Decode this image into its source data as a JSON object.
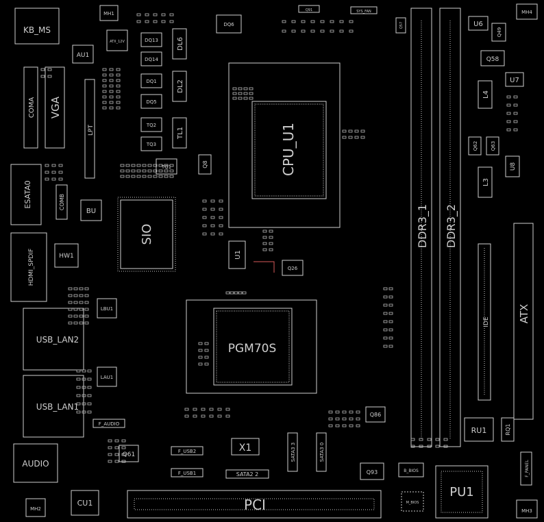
{
  "board_outline_color": "#cfcfcf",
  "pin_color": "#bdbdbd",
  "trace_color": "#d85a5a",
  "labels": {
    "kb_ms": "KB_MS",
    "mh1": "MH1",
    "au1": "AU1",
    "atx12v": "ATX_12V",
    "coma": "COMA",
    "vga": "VGA",
    "lpt": "LPT",
    "esata0": "ESATA0",
    "comb": "COMB",
    "bu": "BU",
    "hdmi_spdif": "HDMI_SPDIF",
    "hw1": "HW1",
    "usb_lan2": "USB_LAN2",
    "lbu1": "LBU1",
    "lau1": "LAU1",
    "usb_lan1": "USB_LAN1",
    "f_audio": "F_AUDIO",
    "audio": "AUDIO",
    "q61": "Q61",
    "cu1": "CU1",
    "mh2": "MH2",
    "dq13": "DQ13",
    "dq14": "DQ14",
    "dq1": "DQ1",
    "dq5": "DQ5",
    "dq6": "DQ6",
    "dl6": "DL6",
    "dl2": "DL2",
    "tq2": "TQ2",
    "tq3": "TQ3",
    "tl1": "TL1",
    "tq1": "TQ1",
    "q8": "Q8",
    "sio": "SIO",
    "cpu_u1": "CPU_U1",
    "u1": "U1",
    "q26": "Q26",
    "q57": "Q57",
    "sys_fan": "SYS_FAN",
    "fan_q": "Q91",
    "pgm": "PGM70S",
    "x1": "X1",
    "f_usb2": "F_USB2",
    "f_usb1": "F_USB1",
    "sata2": "SATA2 2",
    "sata3": "SATA3 3",
    "sata1": "SATA3 0",
    "pci": "PCI",
    "q86": "Q86",
    "q93": "Q93",
    "b_bios": "B_BIOS",
    "m_bios": "M_BIOS",
    "ddr3_1": "DDR3_1",
    "ddr3_2": "DDR3_2",
    "ide": "IDE",
    "atx": "ATX",
    "u6": "U6",
    "mh4": "MH4",
    "q49": "Q49",
    "q58": "Q58",
    "u7": "U7",
    "l4": "L4",
    "q62": "Q62",
    "q63": "Q63",
    "u8": "U8",
    "l3": "L3",
    "ru1": "RU1",
    "rq1": "RQ1",
    "f_panel": "F_PANEL",
    "pu1": "PU1",
    "mh3": "MH3"
  }
}
